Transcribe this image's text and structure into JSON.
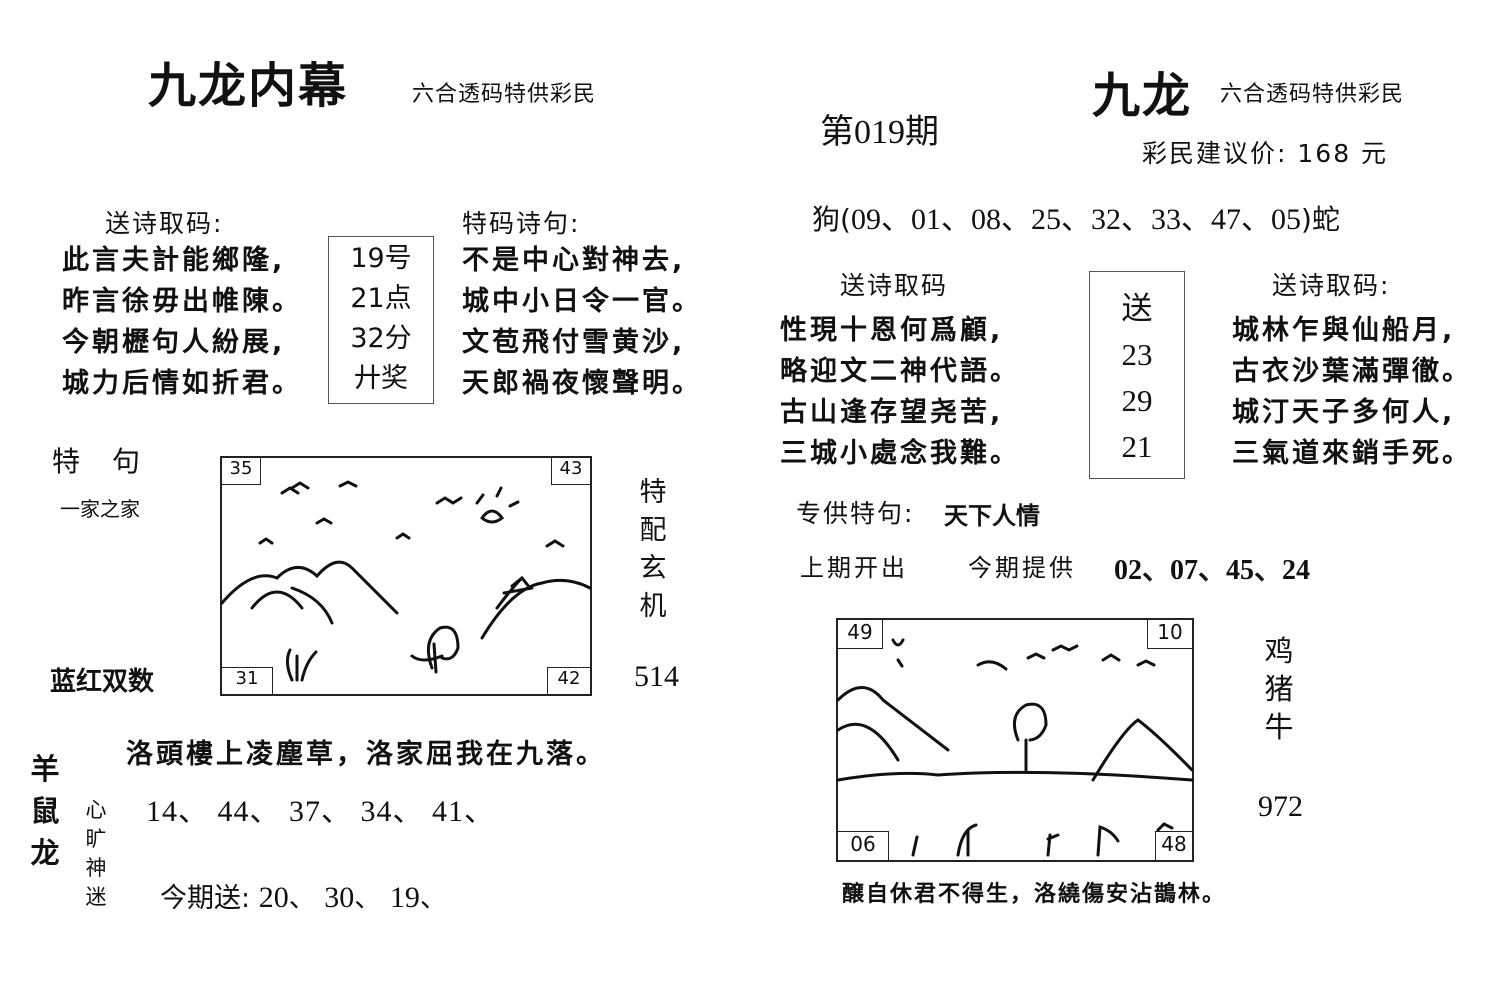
{
  "left": {
    "title": "九龙内幕",
    "subtitle": "六合透码特供彩民",
    "poem_left_heading": "送诗取码:",
    "poem_left": [
      "此言夫計能鄉隆,",
      "昨言徐毋出帷陳。",
      "今朝櫪句人紛展,",
      "城力后情如折君。"
    ],
    "box_lines": [
      "19号",
      "21点",
      "32分",
      "廾奖"
    ],
    "poem_right_heading": "特码诗句:",
    "poem_right": [
      "不是中心對神去,",
      "城中小日令一官。",
      "文苞飛付雪黄沙,",
      "天郎禍夜懷聲明。"
    ],
    "tejv_label": "特　句",
    "tejv_text": "一家之家",
    "picture_corners": {
      "top_left": "35",
      "top_right": "43",
      "bottom_left": "31",
      "bottom_right": "42"
    },
    "side_vertical": "特配玄机",
    "lanhong_label": "蓝红双数",
    "side_number": "514",
    "bottom_poem": "洛頭樓上凌塵草，洛家屈我在九落。",
    "zodiac_vertical": "羊鼠龙",
    "xin_vertical": "心旷神迷",
    "numbers_row": [
      "14",
      "44",
      "37",
      "34",
      "41"
    ],
    "this_period_label": "今期送:",
    "this_period_numbers": [
      "20",
      "30",
      "19"
    ]
  },
  "right": {
    "title": "九龙",
    "subtitle": "六合透码特供彩民",
    "issue": "第019期",
    "price_label": "彩民建议价:",
    "price_value": "168 元",
    "dog_prefix": "狗(",
    "dog_numbers": [
      "09",
      "01",
      "08",
      "25",
      "32",
      "33",
      "47",
      "05"
    ],
    "dog_suffix": ")蛇",
    "poem_left_heading": "送诗取码",
    "poem_left": [
      "性現十恩何爲顧,",
      "略迎文二神代語。",
      "古山逢存望尧苦,",
      "三城小處念我難。"
    ],
    "box_lines": [
      "送",
      "23",
      "29",
      "21"
    ],
    "poem_right_heading": "送诗取码:",
    "poem_right": [
      "城林乍與仙船月,",
      "古衣沙葉滿彈徹。",
      "城汀天子多何人,",
      "三氣道來銷手死。"
    ],
    "special_label": "专供特句:",
    "special_text": "天下人情",
    "last_period_label": "上期开出",
    "this_period_label": "今期提供",
    "this_period_numbers": [
      "02",
      "07",
      "45",
      "24"
    ],
    "picture_corners": {
      "top_left": "49",
      "top_right": "10",
      "bottom_left": "06",
      "bottom_right": "48"
    },
    "side_vertical": "鸡猪牛",
    "side_number": "972",
    "bottom_poem": "醸自休君不得生，洛繞傷安沾鵲林。"
  }
}
